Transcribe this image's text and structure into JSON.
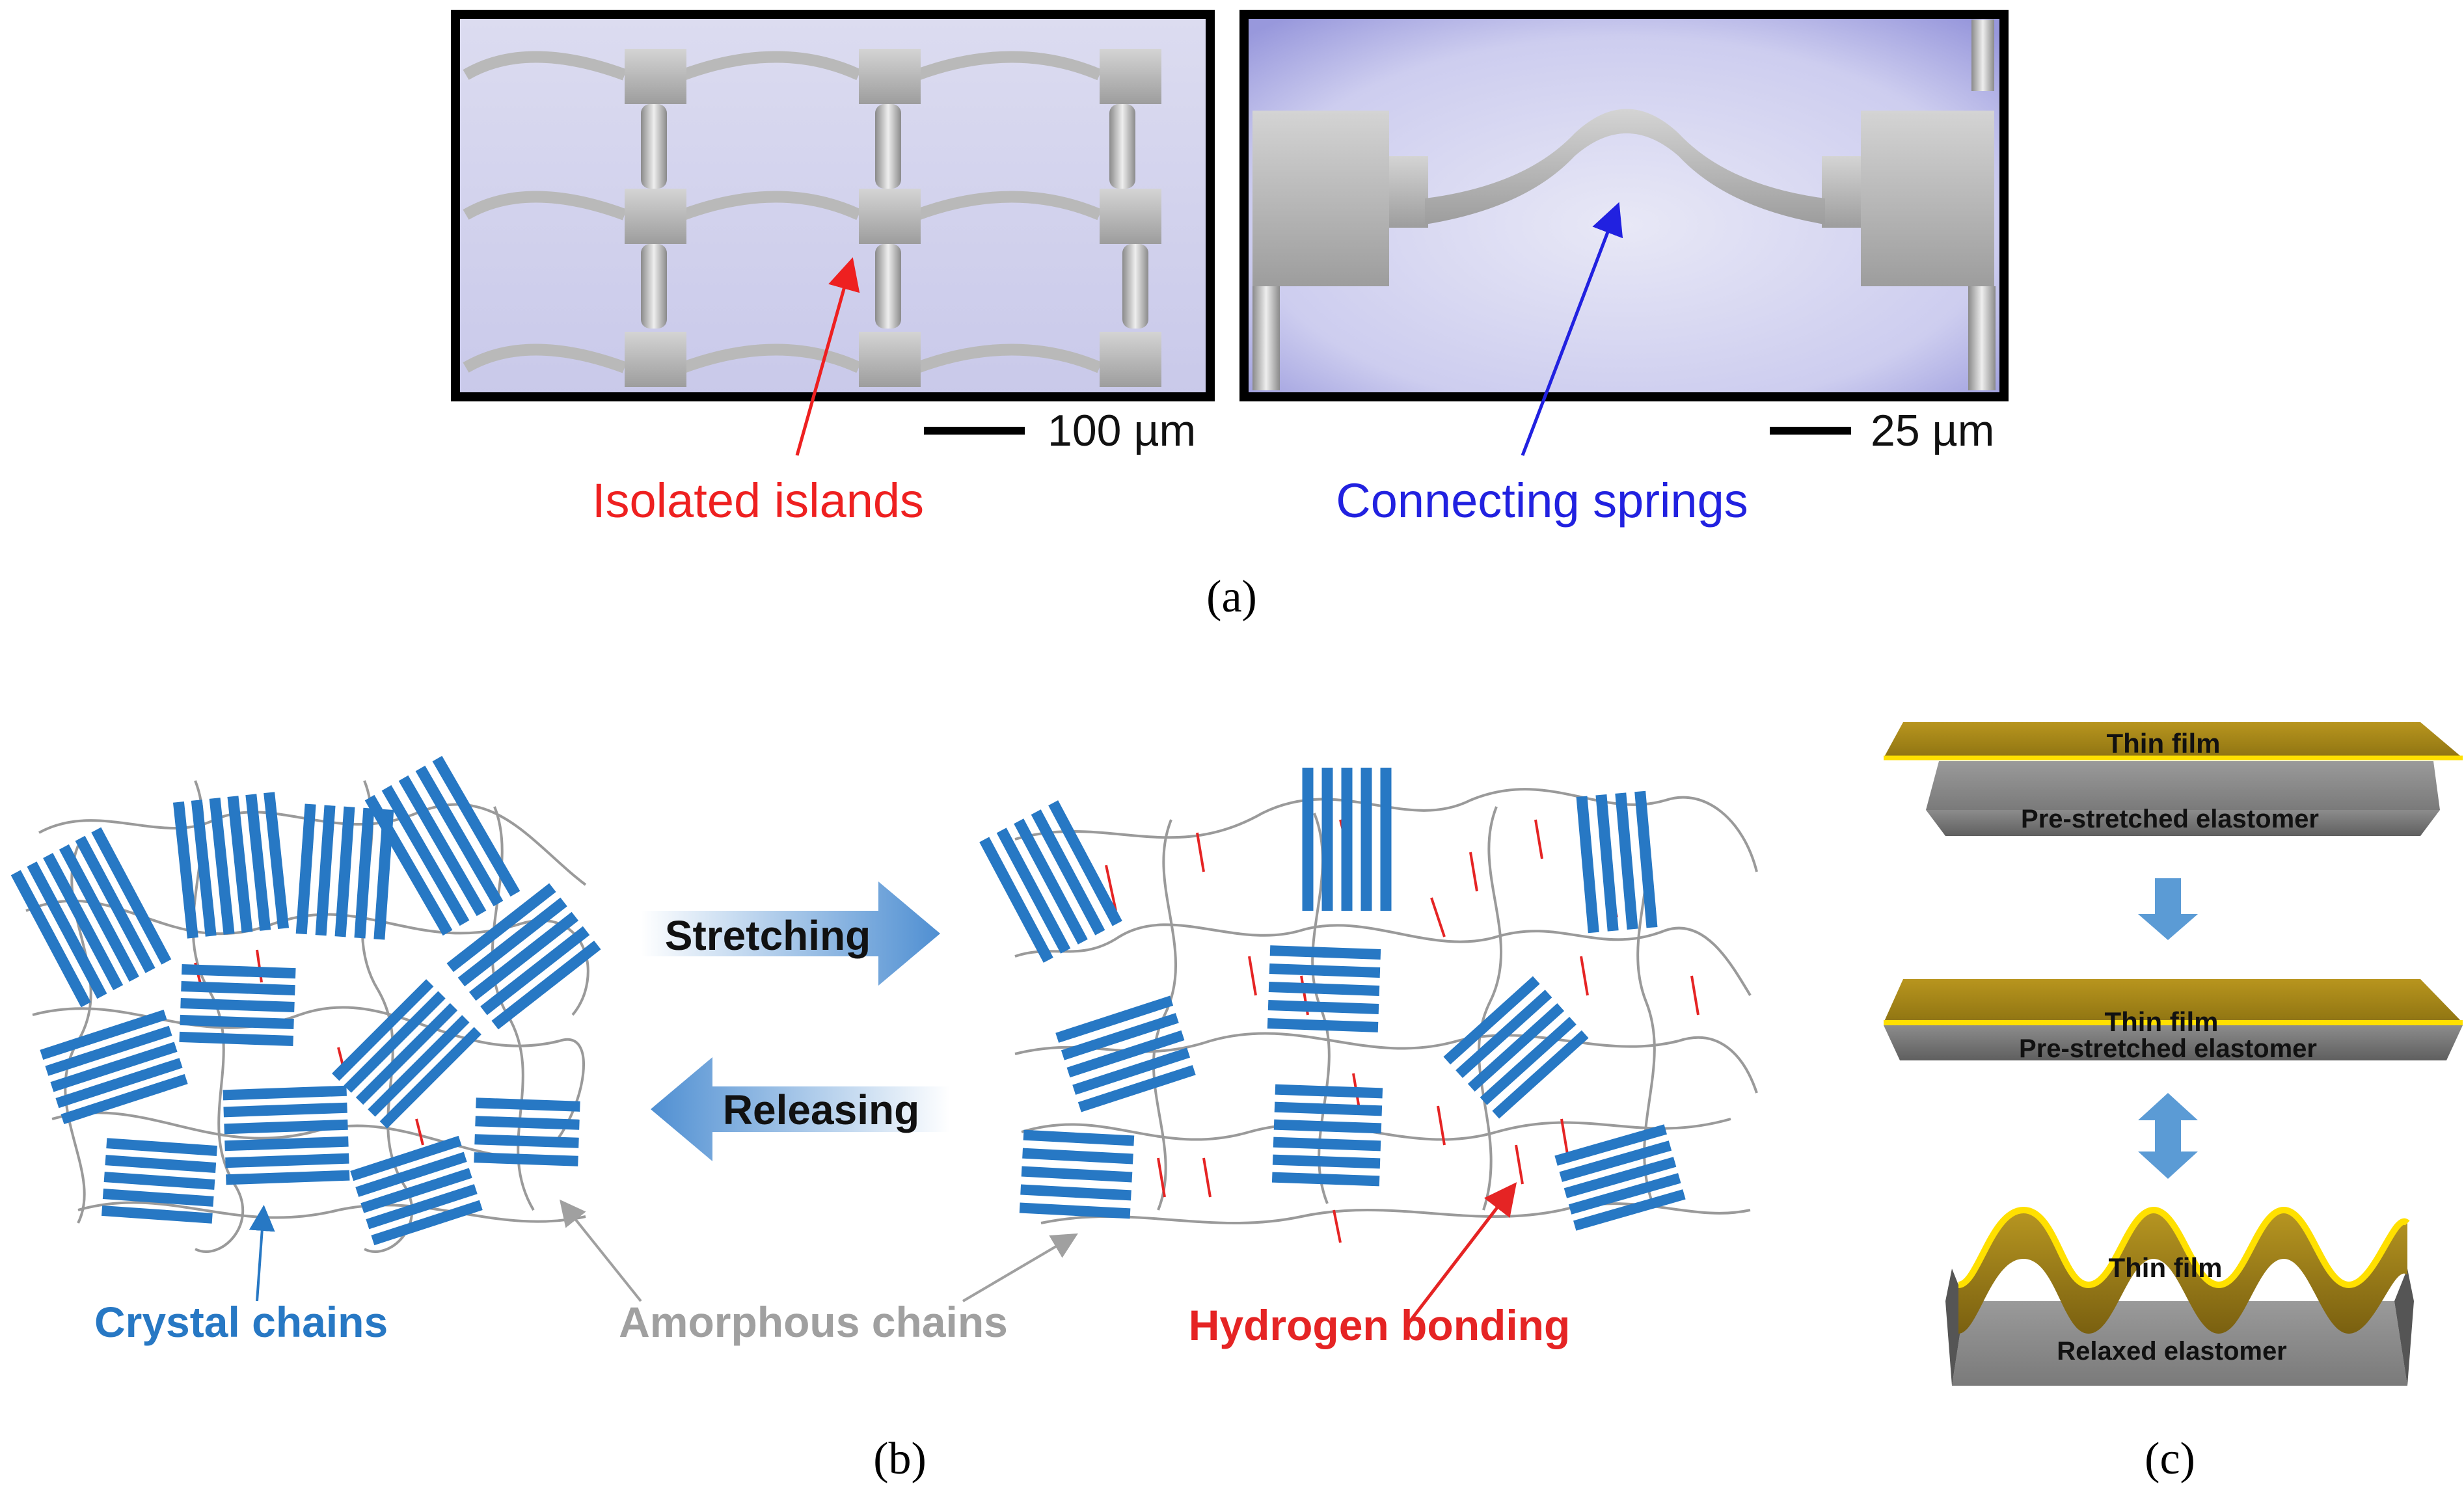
{
  "panel_a": {
    "left_image": {
      "scale_label": "100 µm",
      "callout": "Isolated islands"
    },
    "right_image": {
      "scale_label": "25 µm",
      "callout": "Connecting springs"
    },
    "caption": "(a)"
  },
  "panel_b": {
    "arrow_stretch": "Stretching",
    "arrow_release": "Releasing",
    "label_crystal": "Crystal chains",
    "label_amorphous": "Amorphous chains",
    "label_hydrogen": "Hydrogen bonding",
    "caption": "(b)"
  },
  "panel_c": {
    "step1": {
      "film": "Thin film",
      "substrate": "Pre-stretched elastomer"
    },
    "step2": {
      "film": "Thin film",
      "substrate": "Pre-stretched elastomer"
    },
    "step3": {
      "film": "Thin film",
      "substrate": "Relaxed elastomer"
    },
    "caption": "(c)"
  },
  "colors": {
    "crystal_blue": "#2778c4",
    "chain_gray": "#9a9a9a",
    "bond_red": "#e52424",
    "island_red": "#ee2020",
    "spring_blue": "#2121e0",
    "film_gold": "#a98a1c",
    "film_edge_yellow": "#ffe000",
    "arrow_blue": "#5b9bd5"
  }
}
